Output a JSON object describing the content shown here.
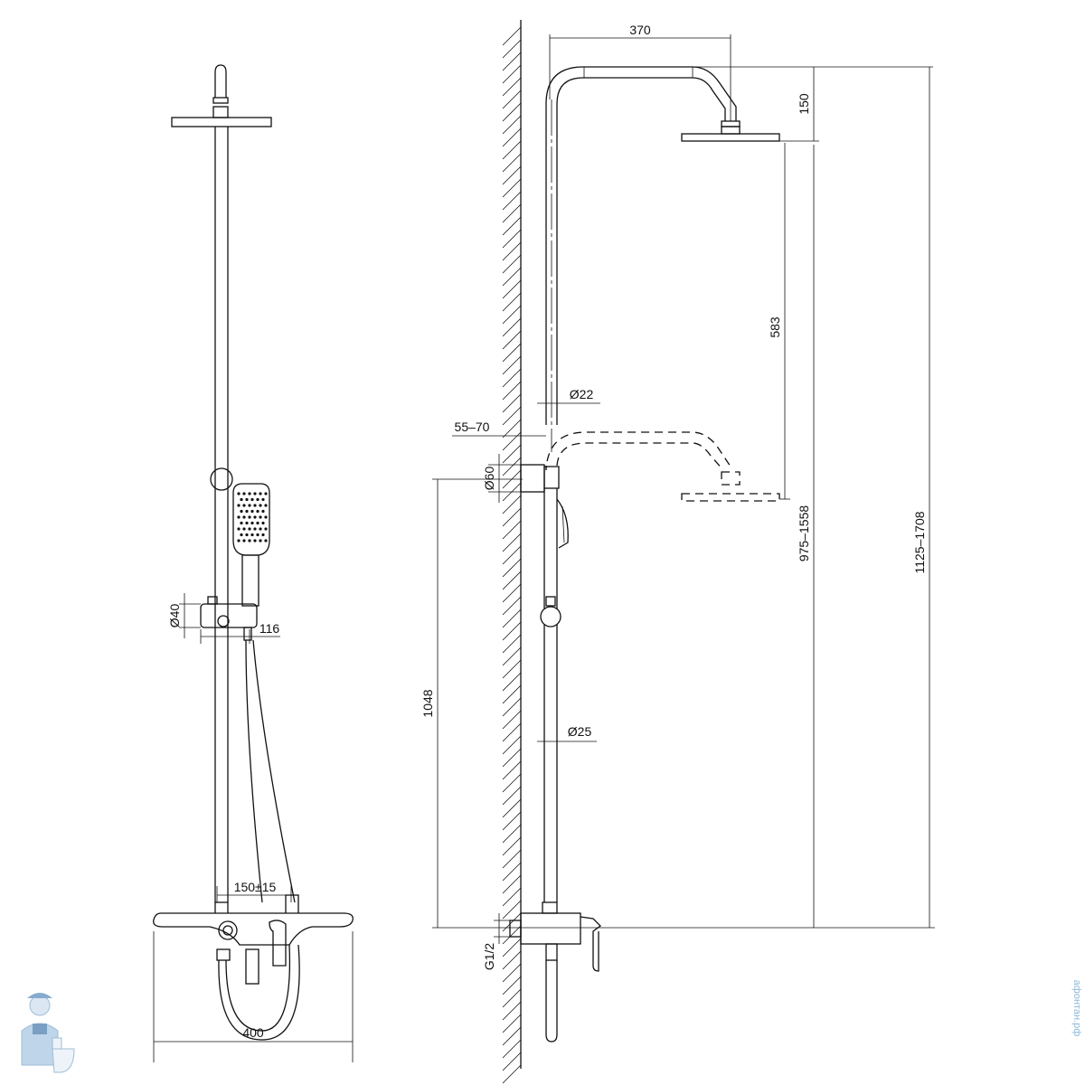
{
  "dimensions": {
    "front_width": "400",
    "front_inlet_spacing": "150±15",
    "holder_diameter": "Ø40",
    "holder_offset": "116",
    "arm_reach": "370",
    "head_drop": "150",
    "head_travel": "583",
    "pipe_upper_diameter": "Ø22",
    "wall_gap": "55–70",
    "bracket_diameter": "Ø60",
    "pipe_lower_diameter": "Ø25",
    "bracket_height": "1048",
    "thread": "G1/2",
    "head_height": "975–1558",
    "total_height": "1125–1708"
  },
  "watermark": {
    "text": "афонтан.рф"
  }
}
